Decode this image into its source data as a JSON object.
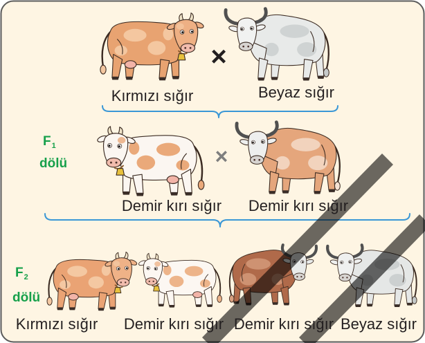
{
  "colors": {
    "background": "#fef5e3",
    "border": "#5b5b5b",
    "bracket": "#3a97d6",
    "generation_label": "#16a04a",
    "text": "#231f20",
    "cross_parents": "#231f20",
    "cross_f1": "#7e7e7e",
    "watermark": "#000000"
  },
  "parents": {
    "left_label": "Kırmızı sığır",
    "cross_symbol": "×",
    "right_label": "Beyaz sığır"
  },
  "f1": {
    "generation": "F",
    "subscript": "1",
    "word": "dölü",
    "left_label": "Demir kırı sığır",
    "cross_symbol": "×",
    "right_label": "Demir kırı sığır"
  },
  "f2": {
    "generation": "F",
    "subscript": "2",
    "word": "dölü",
    "labels": [
      "Kırmızı sığır",
      "Demir kırı sığır",
      "Demir kırı sığır",
      "Beyaz sığır"
    ]
  },
  "animals": [
    {
      "icon": "red-cow-icon",
      "body": "#e8a371",
      "patch": "#f4c7a0",
      "head": "#eeb084",
      "horn": "#efe3c8"
    },
    {
      "icon": "white-bull-icon",
      "body": "#e8eae9",
      "patch": "#c7cbcb",
      "head": "#f1f2f1",
      "horn": "#505050"
    },
    {
      "icon": "roan-cow-icon",
      "body": "#fbf6f1",
      "patch": "#eaa97a",
      "head": "#fbf6f1",
      "horn": "#efe3c8"
    },
    {
      "icon": "roan-bull-icon",
      "body": "#e5a67c",
      "patch": "#f5e2d3",
      "head": "#eeefee",
      "horn": "#505050"
    },
    {
      "icon": "red-cow-icon",
      "body": "#eaa374",
      "patch": "#f4c8a2",
      "head": "#efb287",
      "horn": "#efe3c8"
    },
    {
      "icon": "roan-cow-icon",
      "body": "#fcf7f2",
      "patch": "#edb48a",
      "head": "#fcf7f2",
      "horn": "#efe3c8"
    },
    {
      "icon": "dark-roan-bull-icon",
      "body": "#b06a4a",
      "patch": "#d8a080",
      "head": "#e9ebea",
      "horn": "#505050"
    },
    {
      "icon": "white-bull-icon",
      "body": "#e5e7e6",
      "patch": "#c3c8c8",
      "head": "#eff0ef",
      "horn": "#505050"
    }
  ]
}
